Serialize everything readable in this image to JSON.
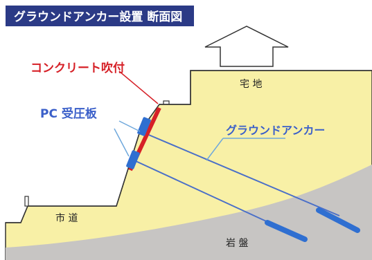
{
  "title": "グラウンドアンカー設置 断面図",
  "labels": {
    "concrete_spray": "コンクリート吹付",
    "pc_plate": "PC 受圧板",
    "ground_anchor": "グラウンドアンカー",
    "residential_land": "宅 地",
    "city_road": "市 道",
    "bedrock": "岩 盤"
  },
  "colors": {
    "title_bg": "#2b3a86",
    "title_text": "#ffffff",
    "soil": "#f8f0a6",
    "bedrock": "#c7c5c3",
    "concrete_spray": "#d62027",
    "pc_plate": "#2f6fd1",
    "label_blue": "#3a5fc9",
    "anchor_line": "#4a6fc8",
    "callout_line": "#6fa8dc",
    "outline": "#333333"
  }
}
